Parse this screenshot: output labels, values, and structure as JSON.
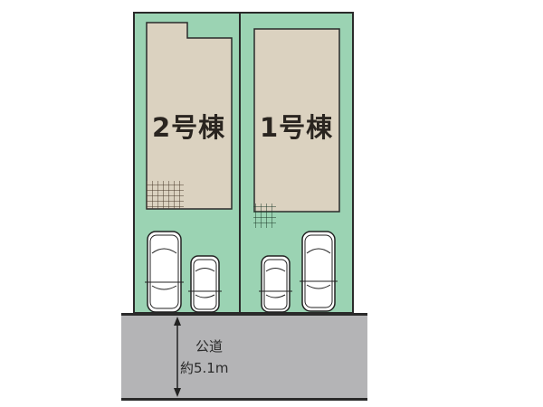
{
  "diagram": {
    "type": "site-layout-plan",
    "colors": {
      "lot": "#9bd3b3",
      "building": "#dbd2c0",
      "road": "#b4b4b6",
      "outline": "#2a2a2a"
    },
    "lots": [
      {
        "id": "lot-2",
        "label": "2号棟",
        "parking_spaces": 2
      },
      {
        "id": "lot-1",
        "label": "1号棟",
        "parking_spaces": 2
      }
    ],
    "road": {
      "label": "公道",
      "width_label": "約5.1m"
    }
  }
}
